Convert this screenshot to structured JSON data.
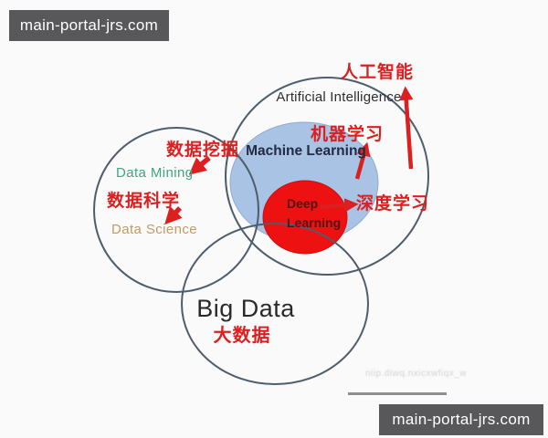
{
  "colors": {
    "background": "#fafafa",
    "annotation_red": "#dc1f1f",
    "circle_stroke": "#4d5d6c",
    "machine_learning_fill": "#a9c3e4",
    "deep_learning_fill": "#ed1111",
    "data_mining_green": "#3fa581",
    "data_science_tan": "#c49a60",
    "big_data_text": "#2a2a2a",
    "watermark_bg": "#58585a",
    "watermark_fg": "#ffffff"
  },
  "watermarks": {
    "top_left": "main-portal-jrs.com",
    "bottom_right": "main-portal-jrs.com",
    "faint": "niip.diwq.nxicxwfiqx_w"
  },
  "venn": {
    "artificial_intelligence": {
      "label": "Artificial Intelligence",
      "annotation": "人工智能"
    },
    "machine_learning": {
      "label": "Machine Learning",
      "annotation": "机器学习"
    },
    "deep_learning": {
      "label_line1": "Deep",
      "label_line2": "Learning",
      "annotation": "深度学习"
    },
    "data_mining": {
      "label": "Data Mining",
      "annotation": "数据挖掘"
    },
    "data_science": {
      "label": "Data Science",
      "annotation": "数据科学"
    },
    "big_data": {
      "label": "Big Data",
      "annotation": "大数据"
    }
  }
}
